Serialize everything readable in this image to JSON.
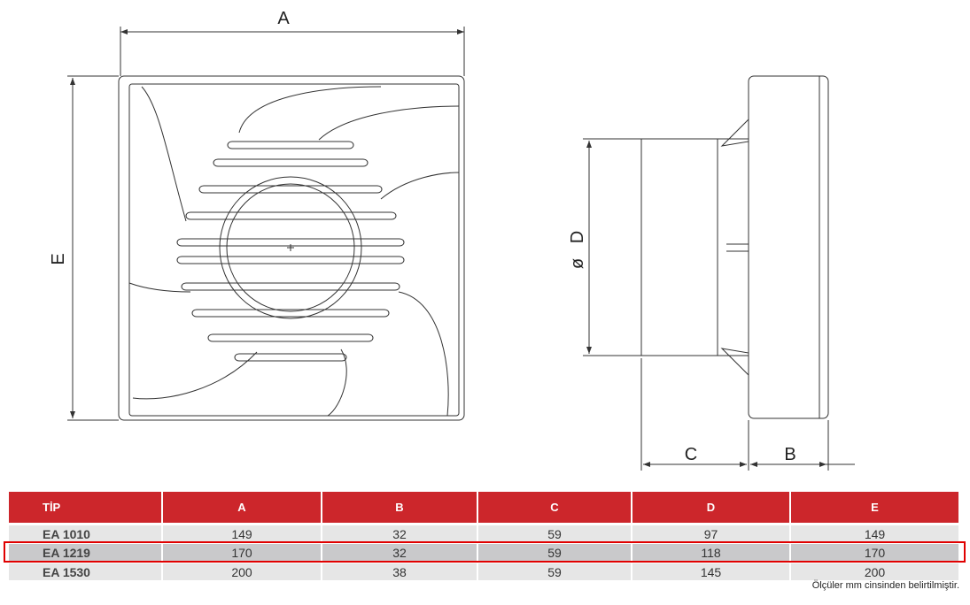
{
  "drawing": {
    "label_a": "A",
    "label_e": "E",
    "label_d": "D",
    "label_diameter": "ø",
    "label_c": "C",
    "label_b": "B"
  },
  "table": {
    "headers": [
      "TİP",
      "A",
      "B",
      "C",
      "D",
      "E"
    ],
    "rows": [
      [
        "EA 1010",
        "149",
        "32",
        "59",
        "97",
        "149"
      ],
      [
        "EA 1219",
        "170",
        "32",
        "59",
        "118",
        "170"
      ],
      [
        "EA 1530",
        "200",
        "38",
        "59",
        "145",
        "200"
      ]
    ],
    "highlighted_row": "EA 1219",
    "note": "Ölçüler mm cinsinden belirtilmiştir."
  },
  "colors": {
    "header": "#cc262b",
    "highlight": "#e00000"
  }
}
